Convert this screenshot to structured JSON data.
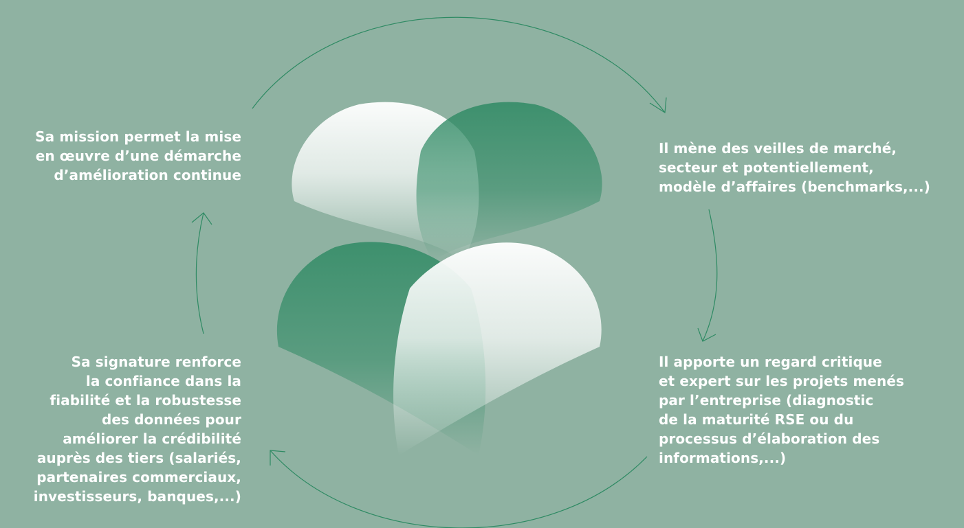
{
  "diagram": {
    "colors": {
      "background": "#8fb2a2",
      "accent_green": "#2f8a64",
      "cycle_line": "#2e8a63",
      "white": "#ffffff"
    },
    "steps": [
      {
        "id": "top-left",
        "lines": [
          "Sa mission permet la mise",
          "en œuvre d’une démarche",
          "d’amélioration continue"
        ]
      },
      {
        "id": "top-right",
        "lines": [
          "Il mène des veilles de marché,",
          "secteur et potentiellement,",
          "modèle d’affaires (benchmarks,...)"
        ]
      },
      {
        "id": "bottom-right",
        "lines": [
          "Il apporte un regard critique",
          "et expert sur les projets menés",
          "par l’entreprise (diagnostic",
          "de la maturité RSE ou du",
          "processus d’élaboration des",
          "informations,...)"
        ]
      },
      {
        "id": "bottom-left",
        "lines": [
          "Sa signature renforce",
          "la confiance dans la",
          "fiabilité et la robustesse",
          "des données pour",
          "améliorer la crédibilité",
          "auprès des tiers (salariés,",
          "partenaires commerciaux,",
          "investisseurs, banques,...)"
        ]
      }
    ]
  }
}
